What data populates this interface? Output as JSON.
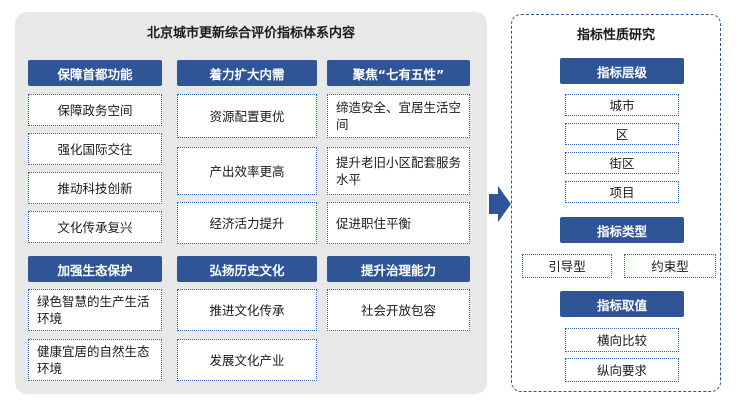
{
  "main_panel": {
    "title": "北京城市更新综合评价指标体系内容",
    "col1": {
      "header1": "保障首都功能",
      "items1": [
        "保障政务空间",
        "强化国际交往",
        "推动科技创新",
        "文化传承复兴"
      ],
      "header2": "加强生态保护",
      "items2": [
        "绿色智慧的生产生活环境",
        "健康宜居的自然生态环境"
      ]
    },
    "col2": {
      "header1": "着力扩大内需",
      "items1": [
        "资源配置更优",
        "产出效率更高",
        "经济活力提升"
      ],
      "header2": "弘扬历史文化",
      "items2": [
        "推进文化传承",
        "发展文化产业"
      ]
    },
    "col3": {
      "header1": "聚焦“七有五性”",
      "items1": [
        "缔造安全、宜居生活空间",
        "提升老旧小区配套服务水平",
        "促进职住平衡"
      ],
      "header2": "提升治理能力",
      "items2": [
        "社会开放包容"
      ]
    }
  },
  "side_panel": {
    "title": "指标性质研究",
    "level_header": "指标层级",
    "levels": [
      "城市",
      "区",
      "街区",
      "项目"
    ],
    "type_header": "指标类型",
    "types": [
      "引导型",
      "约束型"
    ],
    "value_header": "指标取值",
    "values": [
      "横向比较",
      "纵向要求"
    ]
  },
  "colors": {
    "header_bg": "#2f5597",
    "panel_bg": "#e8e8e8",
    "border": "#3464b4"
  }
}
